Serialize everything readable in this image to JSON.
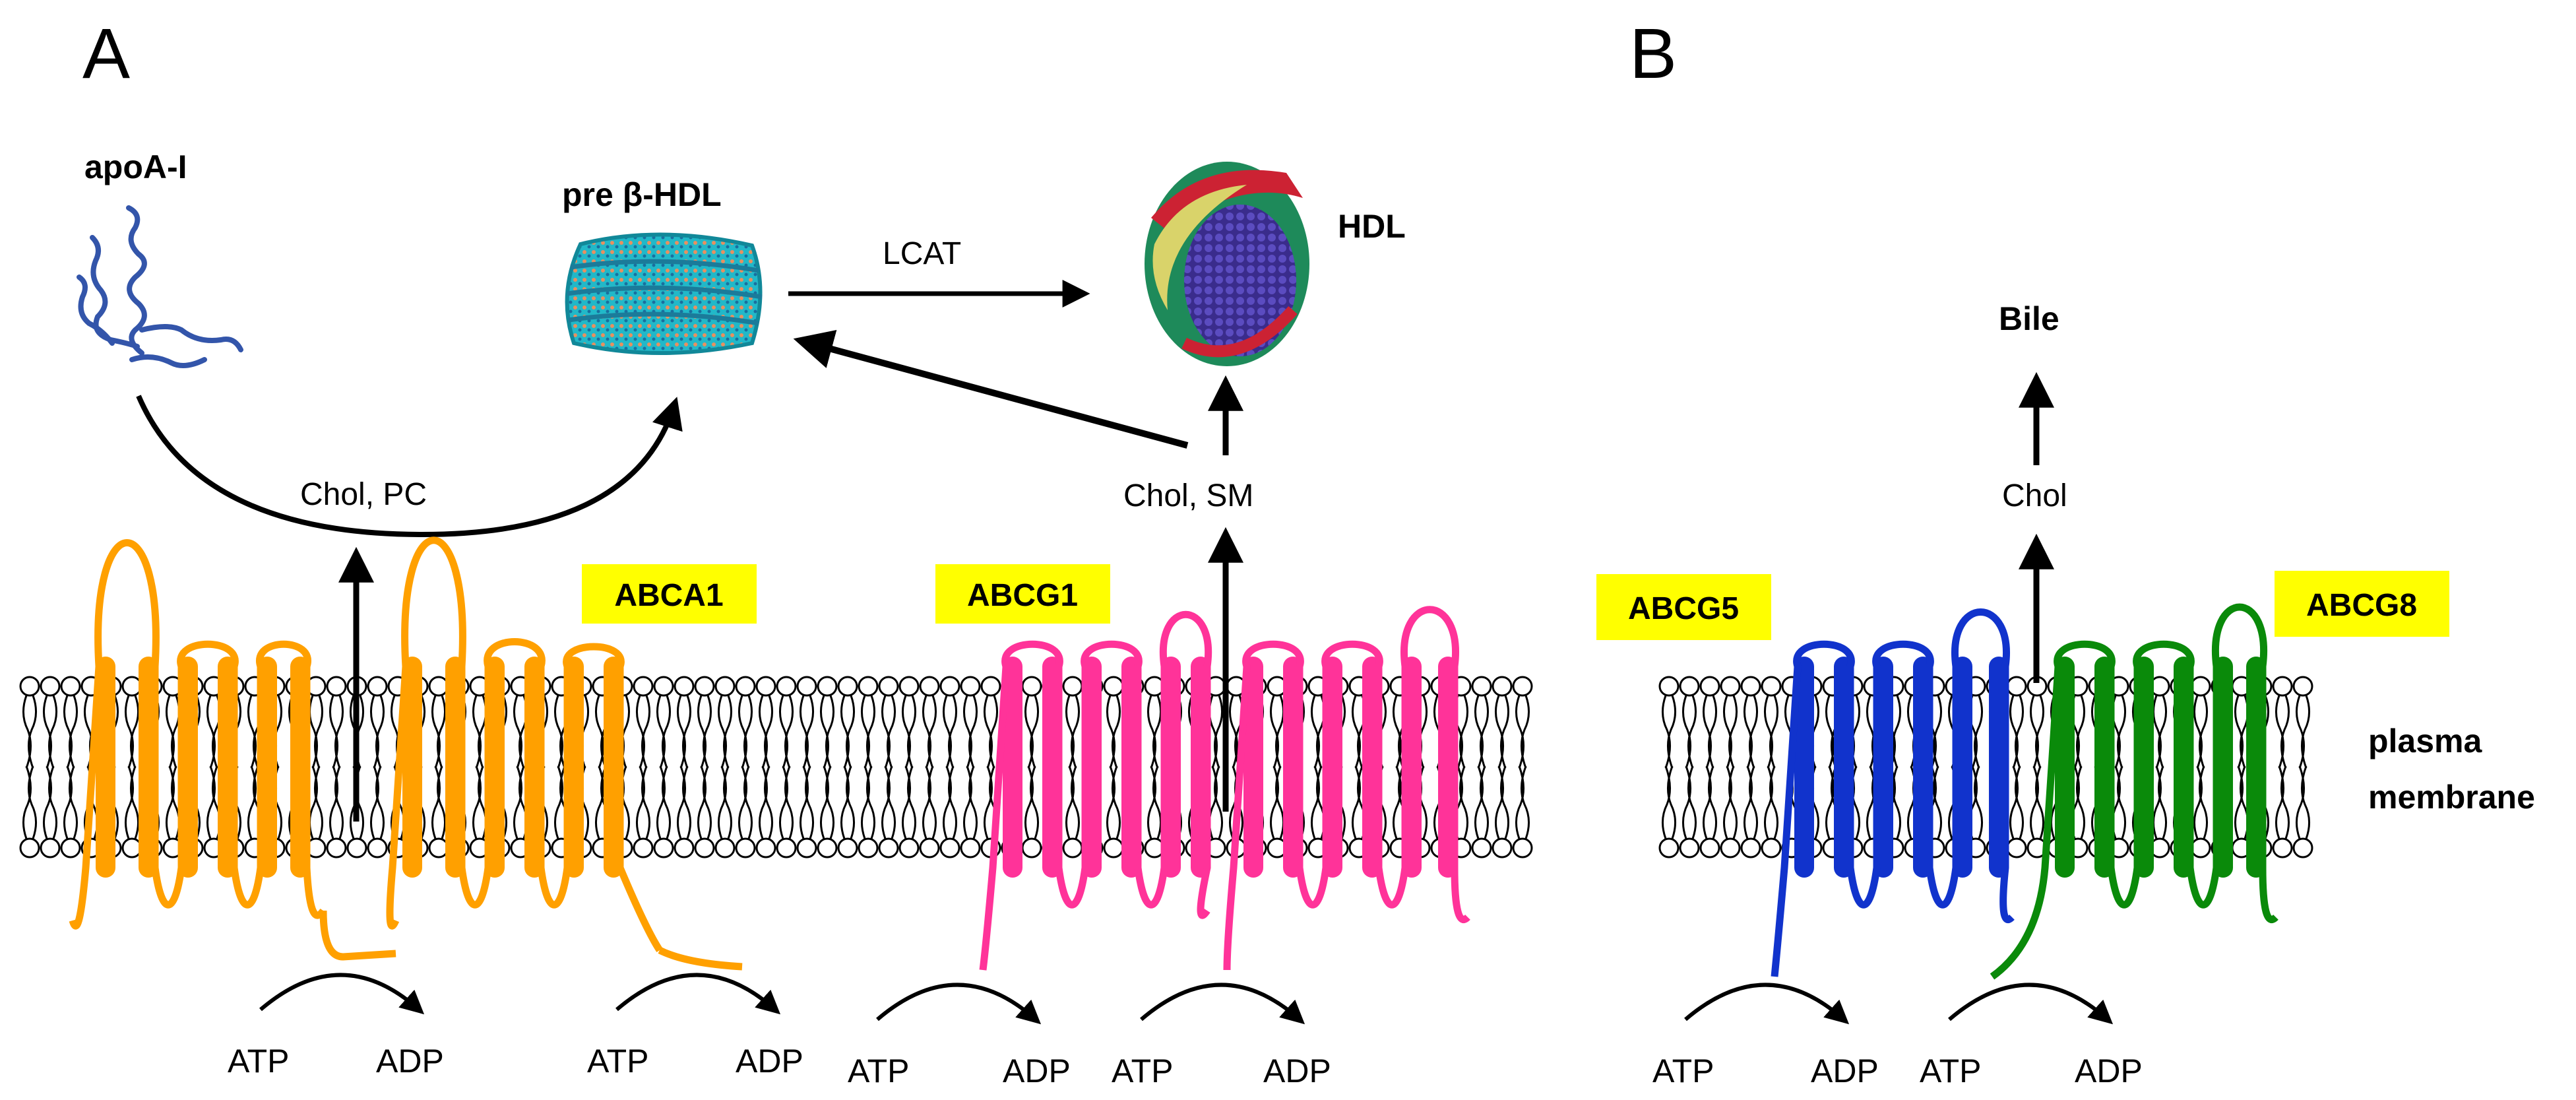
{
  "panels": {
    "a": "A",
    "b": "B"
  },
  "molecules": {
    "apoa1": "apoA-I",
    "prebeta": "pre β-HDL",
    "hdl": "HDL"
  },
  "enzyme": "LCAT",
  "transport": {
    "chol_pc": "Chol, PC",
    "chol_sm": "Chol,  SM",
    "chol": "Chol",
    "bile": "Bile"
  },
  "transporters": {
    "abca1": "ABCA1",
    "abcg1": "ABCG1",
    "abcg5": "ABCG5",
    "abcg8": "ABCG8"
  },
  "membrane": {
    "line1": "plasma",
    "line2": "membrane"
  },
  "nucleotides": {
    "atp": "ATP",
    "adp": "ADP"
  },
  "colors": {
    "abca1": "#FFA000",
    "abcg1": "#FF3399",
    "abcg5": "#1133CC",
    "abcg8": "#0A8A0A",
    "tag_bg": "#FFFF00",
    "apoa1": "#3355AA",
    "prebeta_particle": "#22B8C8"
  }
}
